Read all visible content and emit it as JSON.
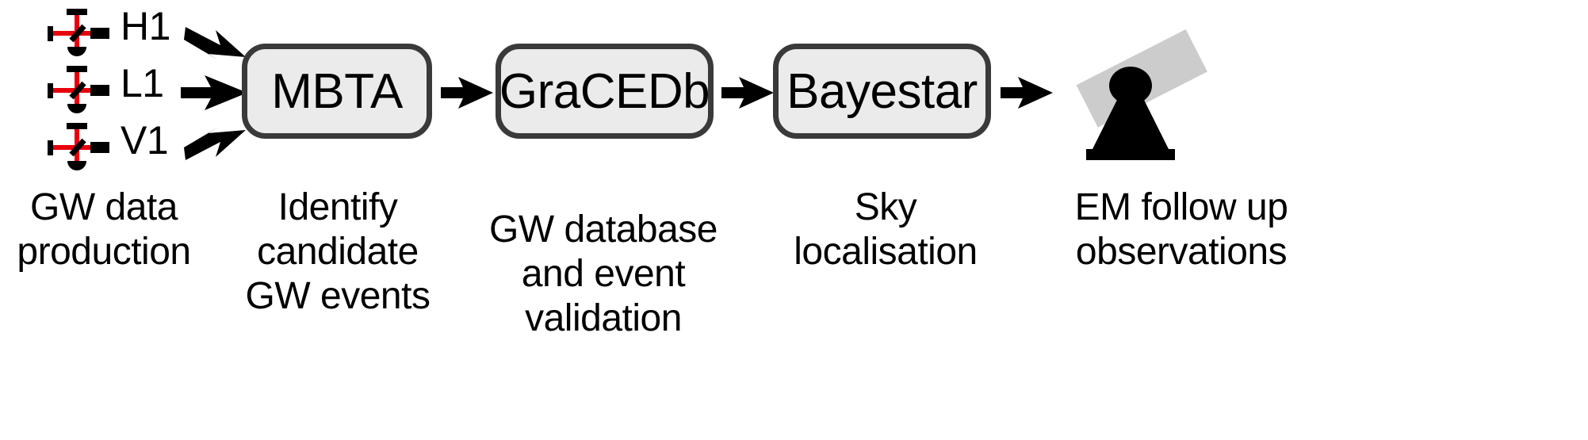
{
  "diagram": {
    "title": "Gravitational wave detection and electromagnetic follow-up pipeline",
    "background_color": "#ffffff",
    "box_fill_color": "#ebebeb",
    "box_border_color": "#3a3a3a",
    "laser_color": "#e8000b",
    "optic_color": "#000000",
    "telescope_tube_color": "#cccccc"
  },
  "detectors": [
    {
      "label": "H1",
      "icon": "interferometer-icon"
    },
    {
      "label": "L1",
      "icon": "interferometer-icon"
    },
    {
      "label": "V1",
      "icon": "interferometer-icon"
    }
  ],
  "stages": [
    {
      "id": "mbta",
      "box_label": "MBTA",
      "caption": "Identify\ncandidate\nGW events"
    },
    {
      "id": "gracedb",
      "box_label": "GraCEDb",
      "caption": "GW database\nand event\nvalidation"
    },
    {
      "id": "bayestar",
      "box_label": "Bayestar",
      "caption": "Sky\nlocalisation"
    }
  ],
  "captions": {
    "source": "GW data\nproduction",
    "followup": "EM follow up\nobservations"
  },
  "icons": {
    "telescope": "telescope-icon",
    "arrow_into_mbta_top": "arrow-down-right-icon",
    "arrow_into_mbta_middle": "arrow-right-icon",
    "arrow_into_mbta_bottom": "arrow-up-right-icon",
    "arrow_mbta_to_gracedb": "arrow-right-icon",
    "arrow_gracedb_to_bayestar": "arrow-right-icon",
    "arrow_bayestar_to_telescope": "arrow-right-icon"
  }
}
